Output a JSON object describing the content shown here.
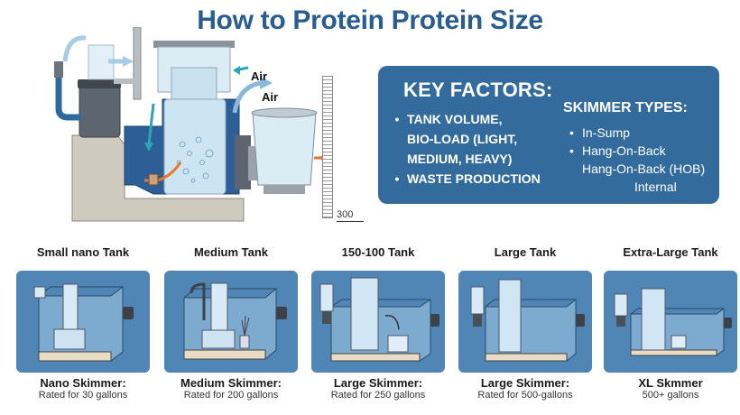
{
  "title": "How to Protein Protein Size",
  "hero": {
    "labels": {
      "air_1": "Air",
      "air_2": "Air"
    },
    "ruler_label": "300"
  },
  "key_factors": {
    "title": "KEY FACTORS:",
    "items": [
      "TANK VOLUME,",
      "BIO-LOAD (LIGHT,",
      "MEDIUM, HEAVY)",
      "WASTE PRODUCTION"
    ]
  },
  "skimmer_types": {
    "title": "SKIMMER TYPES:",
    "items": [
      "In-Sump",
      "Hang-On-Back"
    ],
    "extra_lines": [
      "Hang-On-Back (HOB)",
      "Internal"
    ]
  },
  "tanks": [
    {
      "title": "Small nano Tank",
      "skimmer": "Nano Skimmer:",
      "rating": "Rated for 30 gallons"
    },
    {
      "title": "Medium Tank",
      "skimmer": "Medium Skimmer:",
      "rating": "Rated for 200 gallons"
    },
    {
      "title": "150-100 Tank",
      "skimmer": "Large Skimmer:",
      "rating": "Rated for 250 gallons"
    },
    {
      "title": "Large Tank",
      "skimmer": "Large Skimmer:",
      "rating": "Rated for 500-gallons"
    },
    {
      "title": "Extra-Large Tank",
      "skimmer": "XL Skmmer",
      "rating": "500+ gallons"
    }
  ],
  "colors": {
    "title": "#2a5d8f",
    "infobox": "#336b9c",
    "tank_panel": "#4f86b6",
    "accent_orange": "#e8792a",
    "accent_teal": "#2aa6b8"
  }
}
